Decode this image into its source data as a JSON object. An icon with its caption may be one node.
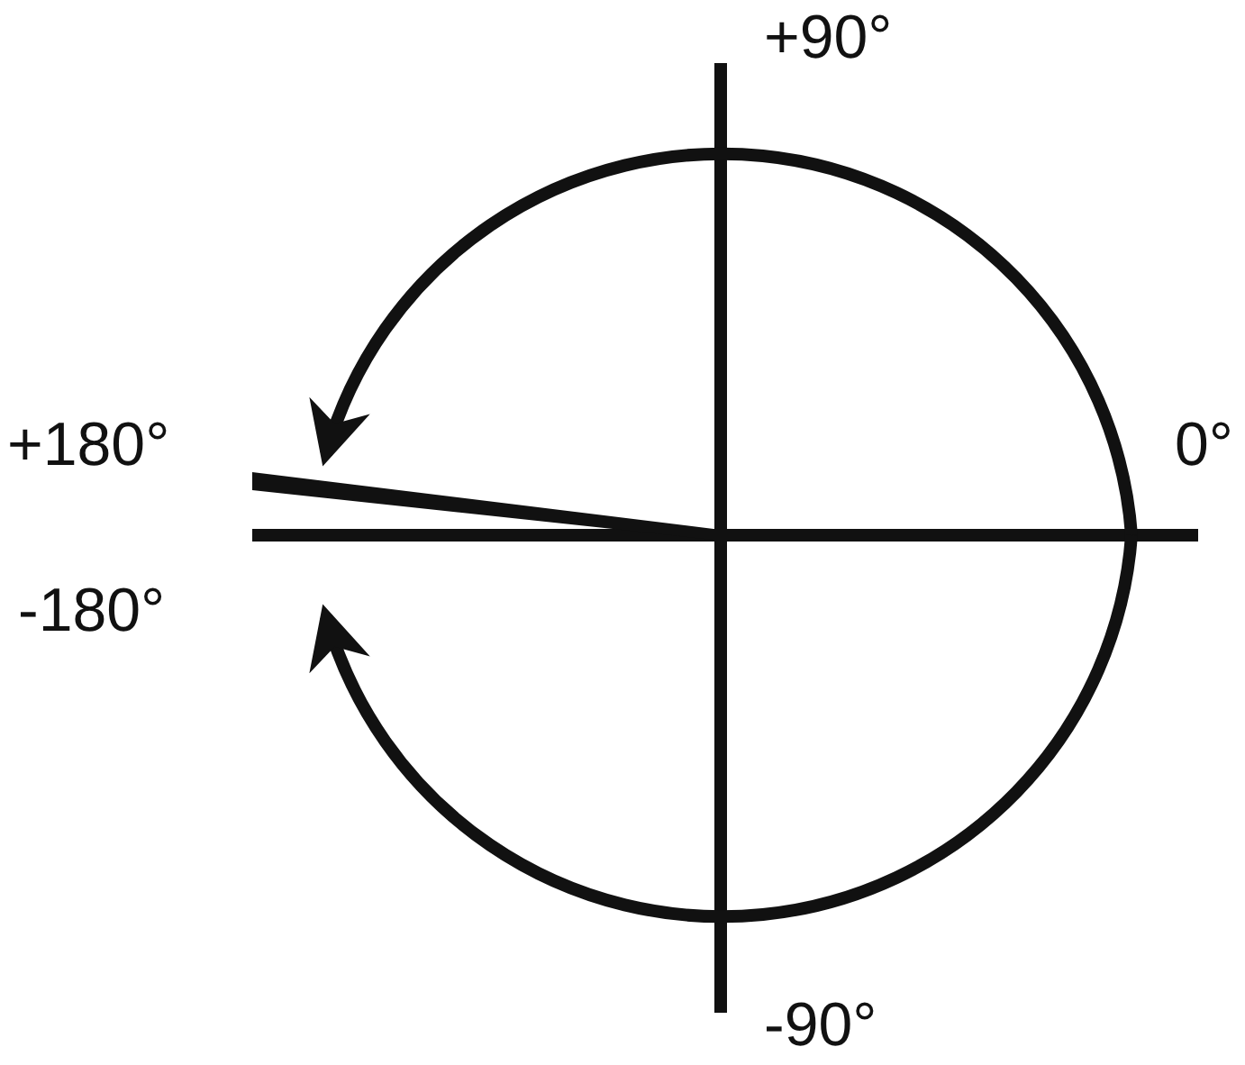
{
  "diagram": {
    "labels": [
      "+90°",
      "+180°",
      "0°",
      "-180°",
      "-90°"
    ]
  }
}
